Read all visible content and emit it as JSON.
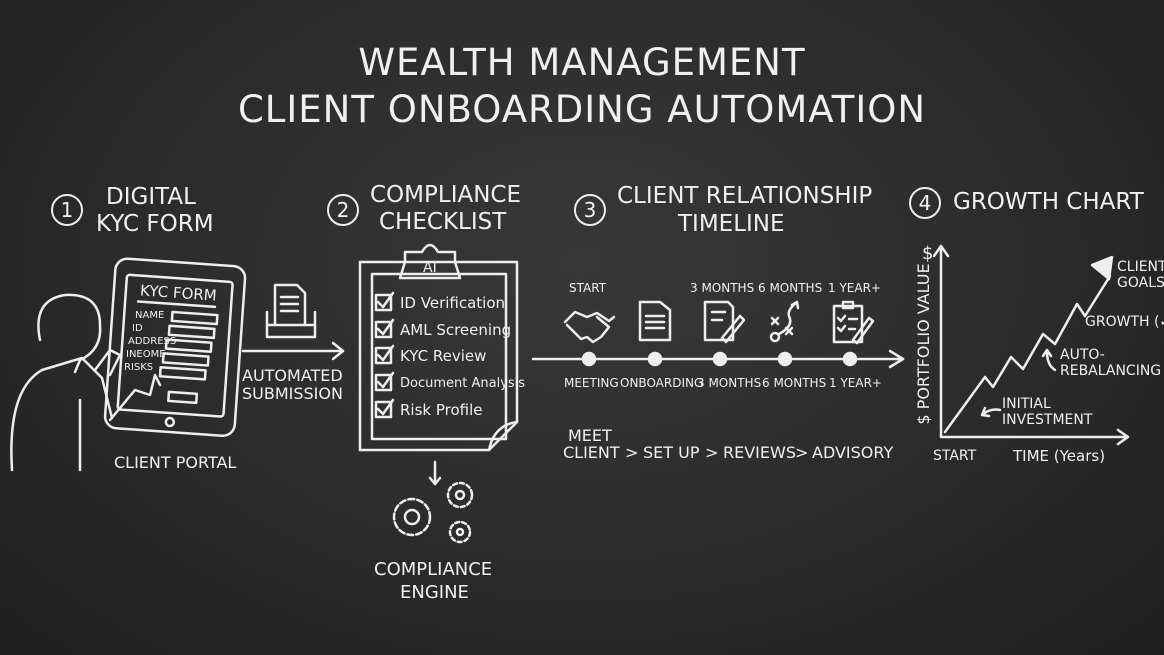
{
  "title": {
    "line1": "WEALTH MANAGEMENT",
    "line2": "CLIENT ONBOARDING AUTOMATION"
  },
  "sections": [
    {
      "number": "1",
      "line1": "DIGITAL",
      "line2": "KYC FORM"
    },
    {
      "number": "2",
      "line1": "COMPLIANCE",
      "line2": "CHECKLIST"
    },
    {
      "number": "3",
      "line1": "CLIENT RELATIONSHIP",
      "line2": "TIMELINE"
    },
    {
      "number": "4",
      "line1": "GROWTH CHART"
    }
  ],
  "kyc": {
    "form_title": "KYC FORM",
    "fields": [
      "NAME",
      "ID",
      "ADDRESS",
      "INEOME",
      "RISKS"
    ],
    "submission": [
      "AUTOMATED",
      "SUBMISSION"
    ],
    "portal_label": "CLIENT PORTAL"
  },
  "compliance": {
    "tab": "AI",
    "items": [
      "ID Verification",
      "AML Screening",
      "KYC Review",
      "Document Analysis",
      "Risk Profile"
    ],
    "engine": [
      "COMPLIANCE",
      "ENGINE"
    ]
  },
  "timeline": {
    "top_labels": [
      "START",
      "",
      "3 MONTHS",
      "6 MONTHS",
      "1 YEAR+"
    ],
    "icons": [
      "handshake-icon",
      "document-icon",
      "checklist-pencil-icon",
      "strategy-play-icon",
      "clipboard-pencil-icon"
    ],
    "bottom_labels": [
      "MEETING",
      "ONBOARDING",
      "3 MONTHS",
      "6 MONTHS",
      "1 YEAR+"
    ],
    "flow_top": "MEET",
    "flow": [
      "CLIENT",
      ">",
      "SET UP",
      ">",
      "REVIEWS",
      ">",
      "ADVISORY"
    ]
  },
  "growth": {
    "ylabel": "$ PORTFOLIO VALUE",
    "ytop": "$",
    "xstart": "START",
    "xlabel": "TIME (Years)",
    "annotations": {
      "goals": [
        "CLIENT",
        "GOALS"
      ],
      "growth": "GROWTH (✓)",
      "rebalancing": [
        "AUTO-",
        "REBALANCING"
      ],
      "initial": [
        "INITIAL",
        "INVESTMENT"
      ]
    }
  }
}
